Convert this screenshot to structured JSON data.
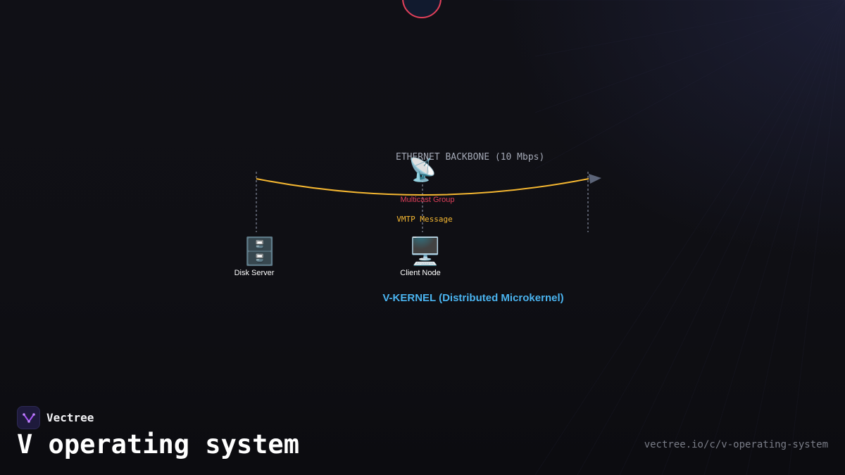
{
  "diagram": {
    "backbone_label": "ETHERNET BACKBONE (10 Mbps)",
    "multicast_label": "Multicast Group",
    "message_label": "VMTP Message",
    "kernel_label": "V-KERNEL (Distributed Microkernel)",
    "nodes": [
      {
        "label": "Disk Server",
        "icon": "file-cabinet-icon",
        "glyph": "🗄️"
      },
      {
        "label": "Client Node",
        "icon": "desktop-computer-icon",
        "glyph": "🖥️"
      }
    ],
    "multicast_icon": {
      "icon": "satellite-antenna-icon",
      "glyph": "📡"
    }
  },
  "colors": {
    "backbone": "#f5b731",
    "multicast": "#e0405a",
    "message": "#f5b731",
    "kernel": "#4ab3ef",
    "dashed_line": "#6b7080",
    "arrow": "#5c6478"
  },
  "brand": {
    "name": "Vectree",
    "logo_icon": "vectree-logo-icon"
  },
  "page": {
    "title": "V operating system",
    "url": "vectree.io/c/v-operating-system"
  }
}
